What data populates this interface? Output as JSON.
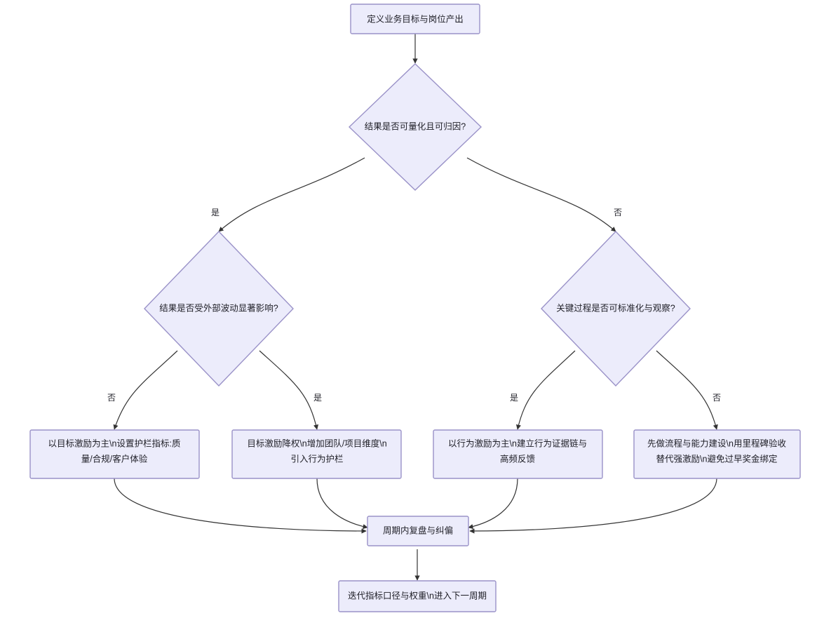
{
  "diagram": {
    "type": "flowchart",
    "direction": "top-down",
    "theme": {
      "node_fill": "#ECECFB",
      "node_stroke": "#9A92C8",
      "edge_stroke": "#333333",
      "label_text": "#1f1f27",
      "background": "#ffffff"
    },
    "nodes": [
      {
        "id": "start",
        "shape": "rect",
        "label": "定义业务目标与岗位产出",
        "lines": [
          "定义业务目标与岗位产出"
        ]
      },
      {
        "id": "d1",
        "shape": "diamond",
        "label": "结果是否可量化且可归因?",
        "lines": [
          "结果是否可量化且可归因?"
        ]
      },
      {
        "id": "d2",
        "shape": "diamond",
        "label": "结果是否受外部波动显著影响?",
        "lines": [
          "结果是否受外部波动显著影响?"
        ]
      },
      {
        "id": "d3",
        "shape": "diamond",
        "label": "关键过程是否可标准化与观察?",
        "lines": [
          "关键过程是否可标准化与观察?"
        ]
      },
      {
        "id": "a1",
        "shape": "rect",
        "label": "以目标激励为主\\n设置护栏指标:质量/合规/客户体验",
        "lines": [
          "以目标激励为主\\n设置护栏指标:质",
          "量/合规/客户体验"
        ]
      },
      {
        "id": "a2",
        "shape": "rect",
        "label": "目标激励降权\\n增加团队/项目维度\\n引入行为护栏",
        "lines": [
          "目标激励降权\\n增加团队/项目维度\\n",
          "引入行为护栏"
        ]
      },
      {
        "id": "a3",
        "shape": "rect",
        "label": "以行为激励为主\\n建立行为证据链与高频反馈",
        "lines": [
          "以行为激励为主\\n建立行为证据链与",
          "高频反馈"
        ]
      },
      {
        "id": "a4",
        "shape": "rect",
        "label": "先做流程与能力建设\\n用里程碑验收替代强激励\\n避免过早奖金绑定",
        "lines": [
          "先做流程与能力建设\\n用里程碑验收",
          "替代强激励\\n避免过早奖金绑定"
        ]
      },
      {
        "id": "review",
        "shape": "rect",
        "label": "周期内复盘与纠偏",
        "lines": [
          "周期内复盘与纠偏"
        ]
      },
      {
        "id": "iterate",
        "shape": "rect",
        "label": "迭代指标口径与权重\\n进入下一周期",
        "lines": [
          "迭代指标口径与权重\\n进入下一周期"
        ]
      }
    ],
    "edges": [
      {
        "from": "start",
        "to": "d1",
        "label": ""
      },
      {
        "from": "d1",
        "to": "d2",
        "label": "是"
      },
      {
        "from": "d1",
        "to": "d3",
        "label": "否"
      },
      {
        "from": "d2",
        "to": "a1",
        "label": "否"
      },
      {
        "from": "d2",
        "to": "a2",
        "label": "是"
      },
      {
        "from": "d3",
        "to": "a3",
        "label": "是"
      },
      {
        "from": "d3",
        "to": "a4",
        "label": "否"
      },
      {
        "from": "a1",
        "to": "review",
        "label": ""
      },
      {
        "from": "a2",
        "to": "review",
        "label": ""
      },
      {
        "from": "a3",
        "to": "review",
        "label": ""
      },
      {
        "from": "a4",
        "to": "review",
        "label": ""
      },
      {
        "from": "review",
        "to": "iterate",
        "label": ""
      }
    ]
  }
}
